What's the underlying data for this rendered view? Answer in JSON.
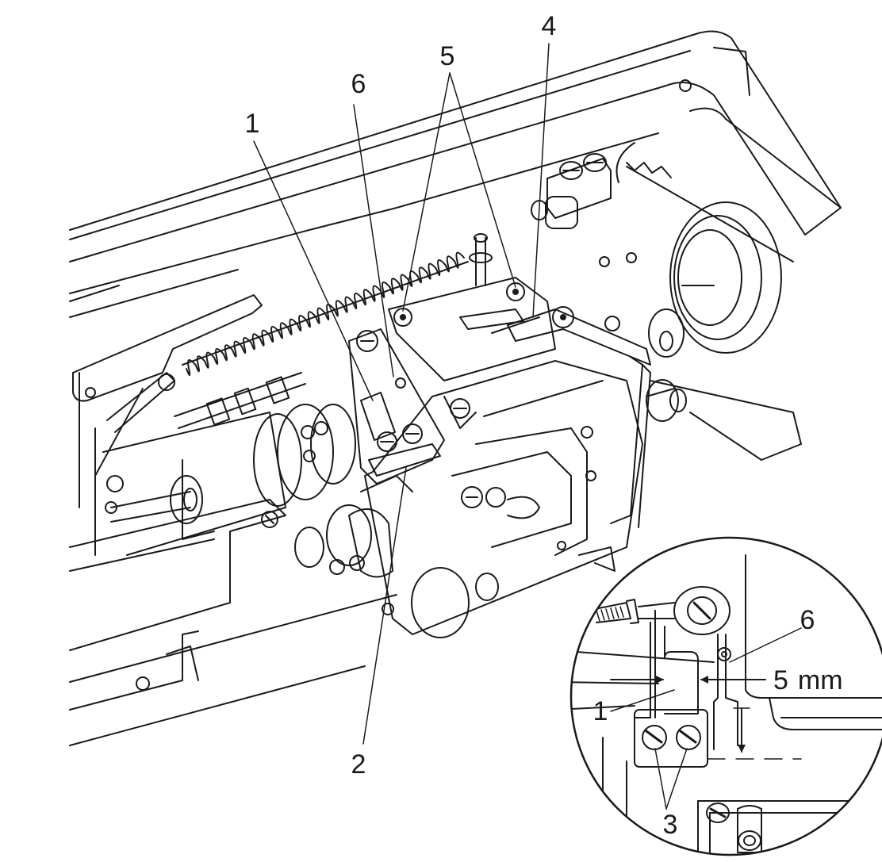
{
  "callouts": {
    "c1_main": "1",
    "c2_main": "2",
    "c4_main": "4",
    "c5_main": "5",
    "c6_main": "6",
    "c1_inset": "1",
    "c3_inset": "3",
    "c6_inset": "6"
  },
  "dimension": {
    "value": "5",
    "unit": "mm"
  },
  "colors": {
    "line": "#1a1a1a",
    "background": "#ffffff"
  }
}
